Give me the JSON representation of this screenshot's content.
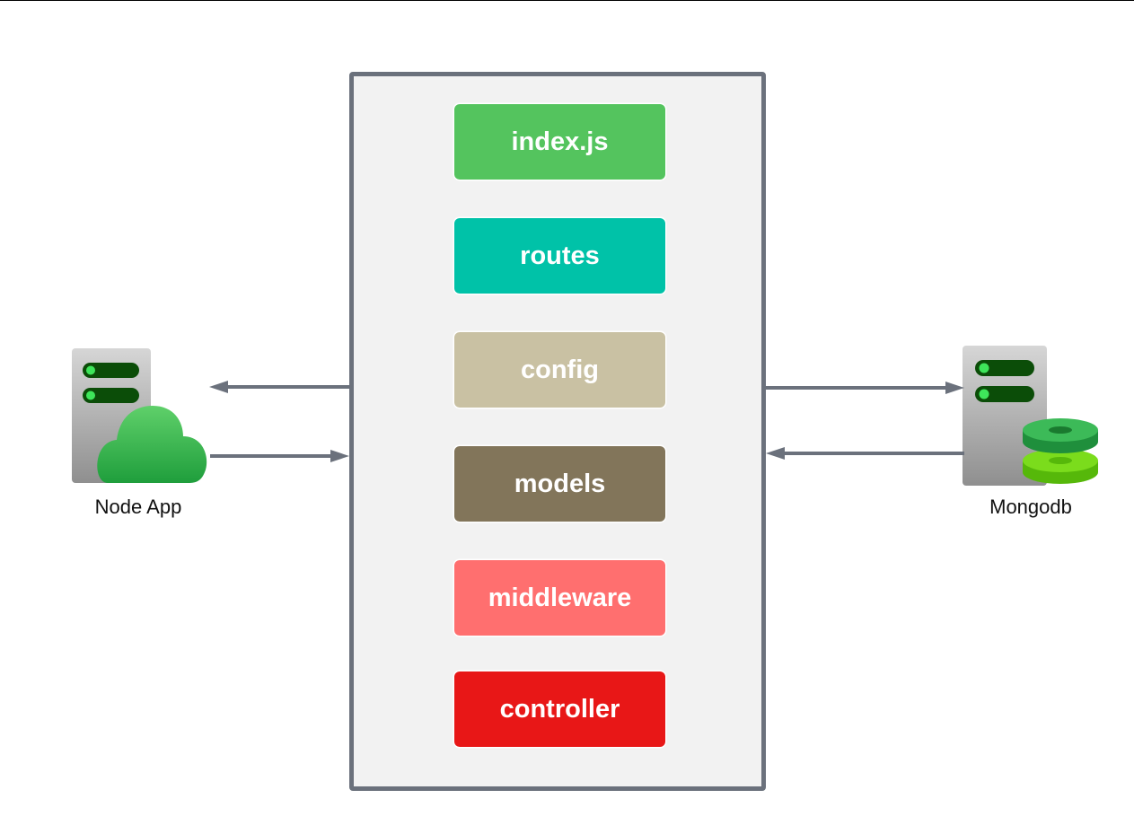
{
  "modules": [
    {
      "label": "index.js",
      "color": "#54c45e"
    },
    {
      "label": "routes",
      "color": "#00c2a8"
    },
    {
      "label": "config",
      "color": "#c9c1a3"
    },
    {
      "label": "models",
      "color": "#82755a"
    },
    {
      "label": "middleware",
      "color": "#ff6f6f"
    },
    {
      "label": "controller",
      "color": "#e81717"
    }
  ],
  "nodes": {
    "node_app": {
      "label": "Node App",
      "icon": "server-cloud-icon"
    },
    "mongodb": {
      "label": "Mongodb",
      "icon": "server-database-icon"
    }
  },
  "colors": {
    "border": "#6b717c",
    "arrow": "#6b717c"
  }
}
